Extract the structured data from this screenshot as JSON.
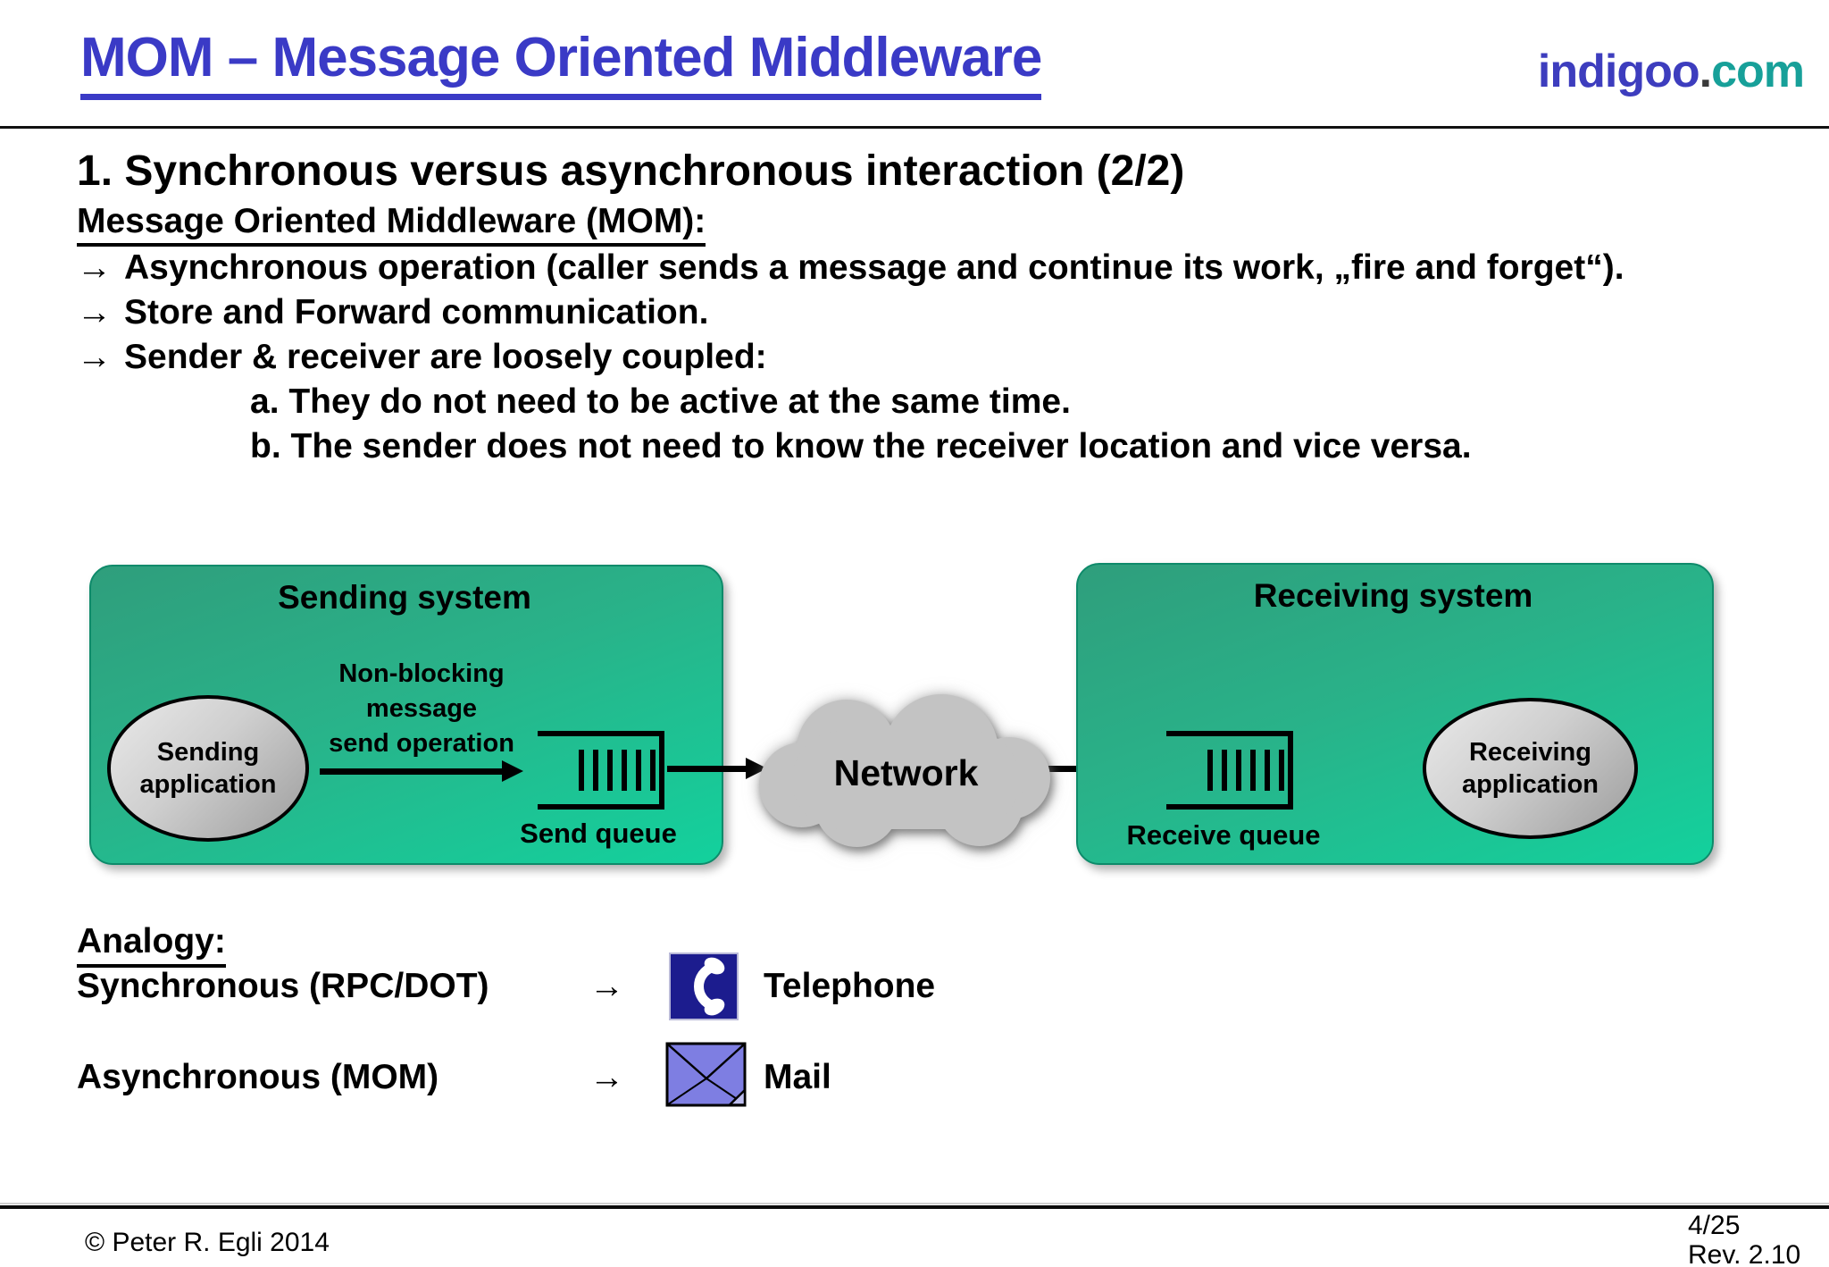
{
  "header": {
    "title": "MOM – Message Oriented Middleware",
    "logo": {
      "part1": "indigoo",
      "dot": ".",
      "part2": "com"
    }
  },
  "content": {
    "heading": "1. Synchronous versus asynchronous interaction (2/2)",
    "subheading": "Message Oriented Middleware (MOM):",
    "bullets": [
      {
        "arrow": "→",
        "text": "Asynchronous operation (caller sends a message and continue its work, „fire and forget“)."
      },
      {
        "arrow": "→",
        "text": "Store and Forward communication."
      },
      {
        "arrow": "→",
        "text": "Sender & receiver are loosely coupled:"
      }
    ],
    "sub_bullets": [
      "a. They do not need to be active at the same time.",
      "b. The sender does not need to know the receiver location and vice versa."
    ]
  },
  "diagram": {
    "sending": {
      "title": "Sending system",
      "app_lines": [
        "Sending",
        "application"
      ],
      "operation_lines": [
        "Non-blocking",
        "message",
        "send operation"
      ],
      "queue_label": "Send queue"
    },
    "network_label": "Network",
    "receiving": {
      "title": "Receiving system",
      "app_lines": [
        "Receiving",
        "application"
      ],
      "queue_label": "Receive queue"
    },
    "icons": [
      "send-queue-icon",
      "receive-queue-icon",
      "network-cloud"
    ]
  },
  "analogy": {
    "heading": "Analogy:",
    "rows": [
      {
        "label": "Synchronous (RPC/DOT)",
        "arrow": "→",
        "icon": "telephone-icon",
        "name": "Telephone"
      },
      {
        "label": "Asynchronous (MOM)",
        "arrow": "→",
        "icon": "mail-icon",
        "name": "Mail"
      }
    ]
  },
  "footer": {
    "copyright": "© Peter R. Egli 2014",
    "page": "4/25",
    "revision": "Rev. 2.10"
  },
  "colors": {
    "title_blue": "#3a3ac6",
    "logo_indigo": "#3d3dbe",
    "logo_teal": "#17a099",
    "box_green_top": "#2f9e7c",
    "box_green_bottom": "#13d19d",
    "cloud_gray": "#c3c3c3",
    "phone_navy": "#1c1c8e",
    "mail_periwinkle": "#7e7ee2"
  }
}
